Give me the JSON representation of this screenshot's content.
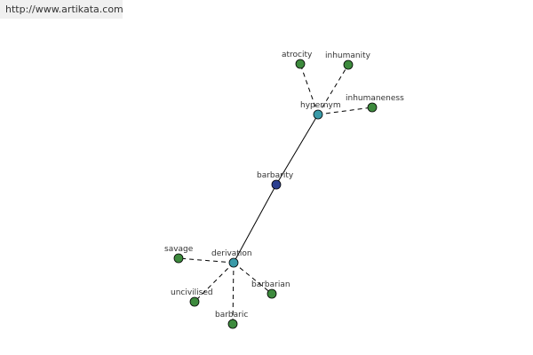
{
  "header": {
    "url": "http://www.artikata.com"
  },
  "colors": {
    "root": "#2b3f8f",
    "relation": "#3a9aa8",
    "word": "#3d8a3d",
    "line": "#000000"
  },
  "graph": {
    "nodes": [
      {
        "id": "barbarity",
        "label": "barbarity",
        "kind": "root"
      },
      {
        "id": "hypernym",
        "label": "hypernym",
        "kind": "relation"
      },
      {
        "id": "derivation",
        "label": "derivation",
        "kind": "relation"
      },
      {
        "id": "atrocity",
        "label": "atrocity",
        "kind": "word"
      },
      {
        "id": "inhumanity",
        "label": "inhumanity",
        "kind": "word"
      },
      {
        "id": "inhumaneness",
        "label": "inhumaneness",
        "kind": "word"
      },
      {
        "id": "savage",
        "label": "savage",
        "kind": "word"
      },
      {
        "id": "uncivilised",
        "label": "uncivilised",
        "kind": "word"
      },
      {
        "id": "barbarian",
        "label": "barbarian",
        "kind": "word"
      },
      {
        "id": "barbaric",
        "label": "barbaric",
        "kind": "word"
      }
    ],
    "edges": [
      {
        "from": "barbarity",
        "to": "hypernym",
        "style": "solid"
      },
      {
        "from": "barbarity",
        "to": "derivation",
        "style": "solid"
      },
      {
        "from": "hypernym",
        "to": "atrocity",
        "style": "dashed"
      },
      {
        "from": "hypernym",
        "to": "inhumanity",
        "style": "dashed"
      },
      {
        "from": "hypernym",
        "to": "inhumaneness",
        "style": "dashed"
      },
      {
        "from": "derivation",
        "to": "savage",
        "style": "dashed"
      },
      {
        "from": "derivation",
        "to": "uncivilised",
        "style": "dashed"
      },
      {
        "from": "derivation",
        "to": "barbarian",
        "style": "dashed"
      },
      {
        "from": "derivation",
        "to": "barbaric",
        "style": "dashed"
      }
    ]
  }
}
